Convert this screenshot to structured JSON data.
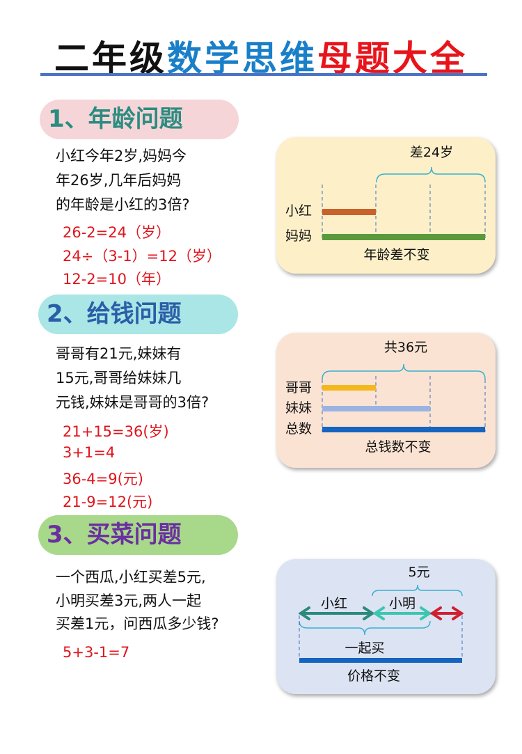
{
  "title": {
    "part1": "二年级",
    "part2": "数学思维",
    "part3": "母题大全"
  },
  "sections": [
    {
      "heading": "1、年龄问题",
      "problem": [
        "小红今年2岁,妈妈今",
        "年26岁,几年后妈妈",
        "的年龄是小红的3倍?"
      ],
      "solution": [
        "26-2=24（岁）",
        "24÷（3-1）=12（岁）",
        "12-2=10（年）"
      ],
      "diagram": {
        "brace_label": "差24岁",
        "row1": "小红",
        "row2": "妈妈",
        "caption": "年龄差不变"
      }
    },
    {
      "heading": "2、给钱问题",
      "problem": [
        "哥哥有21元,妹妹有",
        "15元,哥哥给妹妹几",
        "元钱,妹妹是哥哥的3倍?"
      ],
      "solution": [
        "21+15=36(岁)",
        "3+1=4",
        "36-4=9(元)",
        "21-9=12(元)"
      ],
      "diagram": {
        "brace_label": "共36元",
        "row1": "哥哥",
        "row2": "妹妹",
        "row3": "总数",
        "caption": "总钱数不变"
      }
    },
    {
      "heading": "3、买菜问题",
      "problem": [
        "一个西瓜,小红买差5元,",
        "小明买差3元,两人一起",
        "买差1元，问西瓜多少钱?"
      ],
      "solution": [
        "5+3-1=7"
      ],
      "diagram": {
        "brace_label": "5元",
        "arrow1": "小红",
        "arrow2": "小明",
        "lower_brace_label": "一起买",
        "caption": "价格不变"
      }
    }
  ],
  "colors": {
    "title_blue": "#1a7fc9",
    "title_red": "#e8141b",
    "answer_red": "#e0141b"
  }
}
